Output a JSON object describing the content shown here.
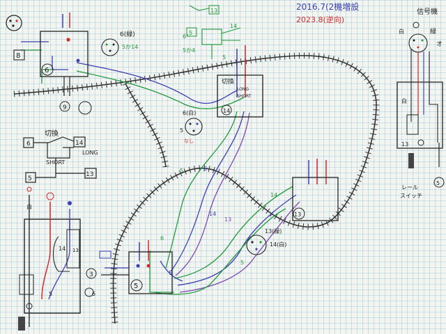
{
  "header": {
    "line1": "2016.7(2機増設",
    "line2": "2023.8(逆向)"
  },
  "colors": {
    "black": "#222222",
    "blue": "#3b3fb0",
    "green": "#1f9a3a",
    "red": "#d22a2a",
    "purple": "#7b4bb3",
    "orange": "#e0702a"
  },
  "blocks": {
    "b6": "6",
    "b14": "14",
    "b13": "13",
    "b5": "5",
    "b3": "3",
    "b9": "9",
    "b8": "8",
    "b5top": "5",
    "b13top": "13",
    "b5right": "5",
    "b13right": "13"
  },
  "switch_box": {
    "label": "切換",
    "long": "LONG",
    "short": "SHORT"
  },
  "box14": {
    "title": "切換",
    "long": "LONG",
    "short": "SHORT"
  },
  "labels": {
    "connector6g": "6(緑)",
    "num5v14": "5か14",
    "num6y": "6\"",
    "num5or14_g": "5か4",
    "c6w": "6(白)",
    "c14": "14",
    "c5": "5",
    "none": "なし",
    "c13g": "13(緑)",
    "c14w": "14(白)",
    "c14b": "14",
    "signal": "信号機",
    "white": "白",
    "green": "緑",
    "orange": "オ",
    "rail_switch_1": "レール",
    "rail_switch_2": "スイッチ",
    "five": "5",
    "six": "6",
    "thirteen": "13",
    "fourteen": "14",
    "box_3": "3"
  }
}
